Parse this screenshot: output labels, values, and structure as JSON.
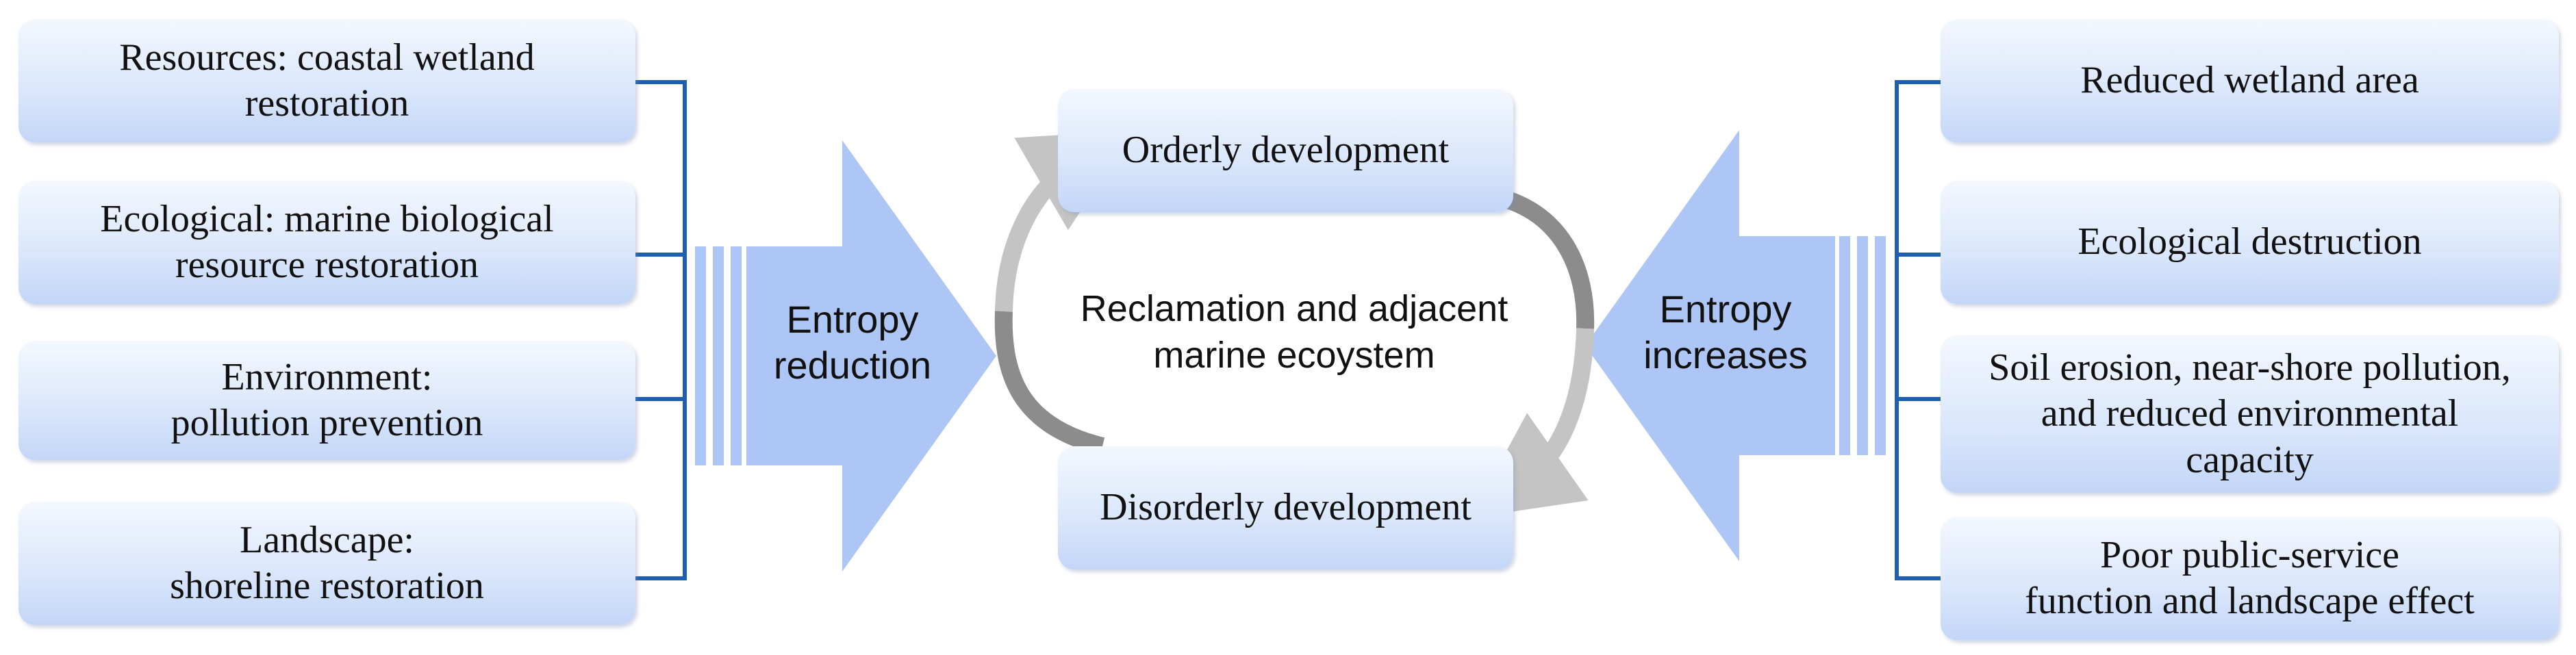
{
  "left_factors": [
    {
      "label": "Resources: coastal wetland\nrestoration"
    },
    {
      "label": "Ecological: marine biological\nresource restoration"
    },
    {
      "label": "Environment:\npollution prevention"
    },
    {
      "label": "Landscape:\nshoreline restoration"
    }
  ],
  "right_factors": [
    {
      "label": "Reduced wetland area"
    },
    {
      "label": "Ecological destruction"
    },
    {
      "label": "Soil erosion, near-shore pollution,\nand reduced environmental\ncapacity"
    },
    {
      "label": "Poor public-service\nfunction and landscape effect"
    }
  ],
  "left_arrow": {
    "label": "Entropy\nreduction"
  },
  "right_arrow": {
    "label": "Entropy\nincreases"
  },
  "cycle": {
    "top_state": "Orderly development",
    "bottom_state": "Disorderly development",
    "center": "Reclamation and adjacent\nmarine ecoystem"
  },
  "colors": {
    "bracket": "#1f5fb0",
    "big_arrow": "#aec6f6",
    "cycle_light": "#c4c4c4",
    "cycle_dark": "#8c8c8c"
  }
}
